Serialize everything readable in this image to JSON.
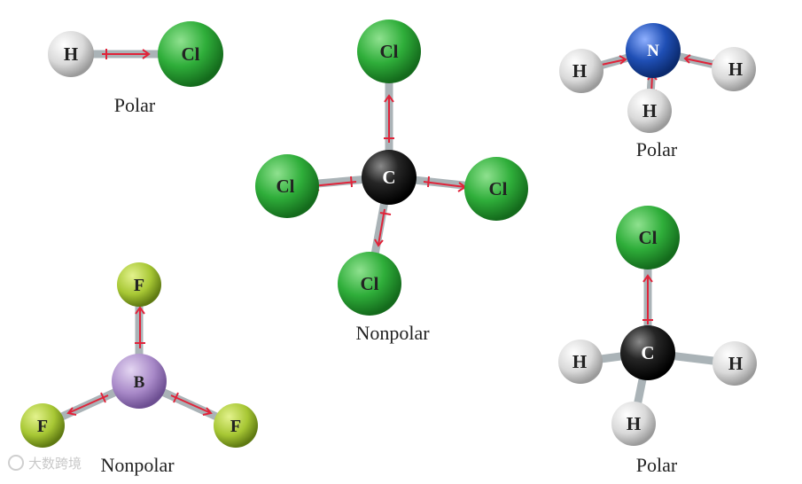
{
  "molecules": [
    {
      "formula_atoms": [
        "H",
        "Cl"
      ],
      "caption": "Polar"
    },
    {
      "formula_atoms": [
        "C",
        "Cl",
        "Cl",
        "Cl",
        "Cl"
      ],
      "caption": "Nonpolar"
    },
    {
      "formula_atoms": [
        "N",
        "H",
        "H",
        "H"
      ],
      "caption": "Polar"
    },
    {
      "formula_atoms": [
        "B",
        "F",
        "F",
        "F"
      ],
      "caption": "Nonpolar"
    },
    {
      "formula_atoms": [
        "C",
        "Cl",
        "H",
        "H",
        "H"
      ],
      "caption": "Polar"
    }
  ],
  "atom_labels": {
    "H": "H",
    "Cl": "Cl",
    "C": "C",
    "N": "N",
    "B": "B",
    "F": "F"
  },
  "colors": {
    "hydrogen": "#e6e6e6",
    "chlorine": "#2fae3a",
    "carbon": "#1a1a1a",
    "nitrogen": "#1f4fb5",
    "boron": "#a889c8",
    "fluorine": "#a7c734",
    "bond": "#aab3b7",
    "dipole_arrow": "#e0243a"
  },
  "watermark": "大数跨境"
}
